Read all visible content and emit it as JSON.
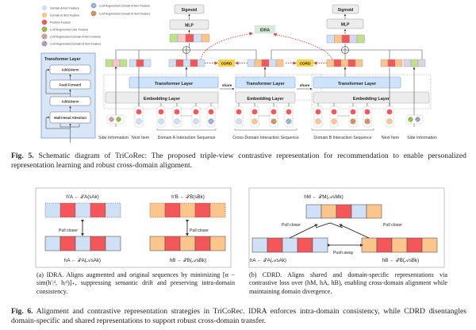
{
  "legend": {
    "items": [
      {
        "label": "Domain A Item Feature",
        "kind": "solid",
        "color": "#cfe0f7"
      },
      {
        "label": "Domain B Item Feature",
        "kind": "solid",
        "color": "#fcc58c"
      },
      {
        "label": "Position Feature",
        "kind": "solid",
        "color": "#f4575a"
      },
      {
        "label": "LLM Augmented User Feature",
        "kind": "hatched",
        "color": "#9ccc4a"
      },
      {
        "label": "LLM Augmented Domain A Item Feature",
        "kind": "hatched",
        "color": "#e8a3a8"
      },
      {
        "label": "LLM Augmented Domain B Item Feature",
        "kind": "hatched",
        "color": "#b9a7cf"
      },
      {
        "label": "LLM Augmented Domain A Item Feature",
        "kind": "hatched",
        "color": "#a8c4ea"
      },
      {
        "label": "LLM Augmented Domain B Item Feature",
        "kind": "hatched",
        "color": "#e0a060"
      }
    ]
  },
  "transformer_inset": {
    "title": "Transformer Layer",
    "blocks": [
      "Add&Norm",
      "Feed-Forward",
      "Add&Norm",
      "Multi-Head Attention"
    ]
  },
  "diagram": {
    "sigmoid": "Sigmoid",
    "mlp": "MLP",
    "idra": "IDRA",
    "cdrd": "CDRD",
    "transformer_layer": "Transformer Layer",
    "embedding_layer": "Embedding Layer",
    "share": "share",
    "labels": {
      "side_info_left": "Side Information",
      "next_item_left": "Next Item",
      "domain_a_seq": "Domain A Interaction Sequence",
      "cross_domain_seq": "Cross-Domain Interaction Sequence",
      "domain_b_seq": "Domain B Interaction Sequence",
      "next_item_right": "Next Item",
      "side_info_right": "Side Information"
    }
  },
  "fig5": {
    "label": "Fig. 5.",
    "text": "Schematic diagram of TriCoRec: The proposed triple-view contrastive representation for recommendation to enable personalized representation learning and robust cross-domain alignment."
  },
  "panel_a": {
    "top_eq": "h′A ← 𝒯A(sAk)",
    "bottom_eq": "hA ← 𝒯A(𝒜sAk)",
    "top_eq_b": "h′B ← 𝒯B(sBk)",
    "bottom_eq_b": "hB ← 𝒯B(𝒜sBk)",
    "pull_left": "Pull closer",
    "pull_right": "Pull closer",
    "caption": "(a) IDRA. Aligns augmented and original sequences by minimizing [α − sim(h′ᵢᵈ, hᵢᵈ)]₊, suppressing semantic drift and preserving intra-domain consistency."
  },
  "panel_b": {
    "top_eq": "hM ← 𝒯M(𝒜sMk)",
    "left_eq": "hA ← 𝒯A(𝒜sAk)",
    "right_eq": "hB ← 𝒯B(𝒜sBk)",
    "pull_left": "Pull closer",
    "pull_right": "Pull closer",
    "push": "Push away",
    "caption": "(b) CDRD. Aligns shared and domain-specific representations via contrastive loss over (hM, hA, hB), enabling cross-domain alignment while maintaining domain divergence."
  },
  "fig6": {
    "label": "Fig. 6.",
    "text": "Alignment and contrastive representation strategies in TriCoRec. IDRA enforces intra-domain consistency, while CDRD disentangles domain-specific and shared representations to support robust cross-domain transfer."
  },
  "colors": {
    "blue": "#cfe0f7",
    "orange": "#fcc58c",
    "red": "#f4575a",
    "green": "#bde38a",
    "pink": "#f6c6c8",
    "lavender": "#ddd3ea",
    "cdrd": "#f7d34a",
    "idra": "#d7ebd7",
    "grey_box": "#ececec",
    "inset_bg": "#d7e6f8",
    "dotted_red": "#d9423f"
  }
}
